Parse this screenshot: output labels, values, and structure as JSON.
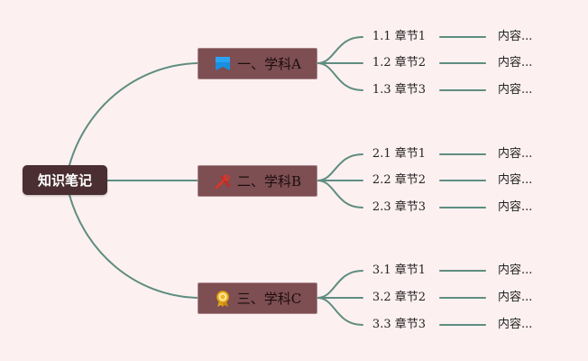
{
  "root": {
    "label": "知识笔记"
  },
  "colors": {
    "background": "#fdf0f1",
    "root_fill": "#4a2e31",
    "subject_fill": "#7d4e52",
    "connector": "#5e8d80"
  },
  "subjects": [
    {
      "label": "一、学科A",
      "icon": "blue-flag-icon",
      "chapters": [
        {
          "label": "1.1 章节1",
          "content": "内容..."
        },
        {
          "label": "1.2 章节2",
          "content": "内容..."
        },
        {
          "label": "1.3 章节3",
          "content": "内容..."
        }
      ]
    },
    {
      "label": "二、学科B",
      "icon": "red-tools-icon",
      "chapters": [
        {
          "label": "2.1 章节1",
          "content": "内容..."
        },
        {
          "label": "2.2 章节2",
          "content": "内容..."
        },
        {
          "label": "2.3 章节3",
          "content": "内容..."
        }
      ]
    },
    {
      "label": "三、学科C",
      "icon": "gold-medal-icon",
      "chapters": [
        {
          "label": "3.1 章节1",
          "content": "内容..."
        },
        {
          "label": "3.2 章节2",
          "content": "内容..."
        },
        {
          "label": "3.3 章节3",
          "content": "内容..."
        }
      ]
    }
  ]
}
